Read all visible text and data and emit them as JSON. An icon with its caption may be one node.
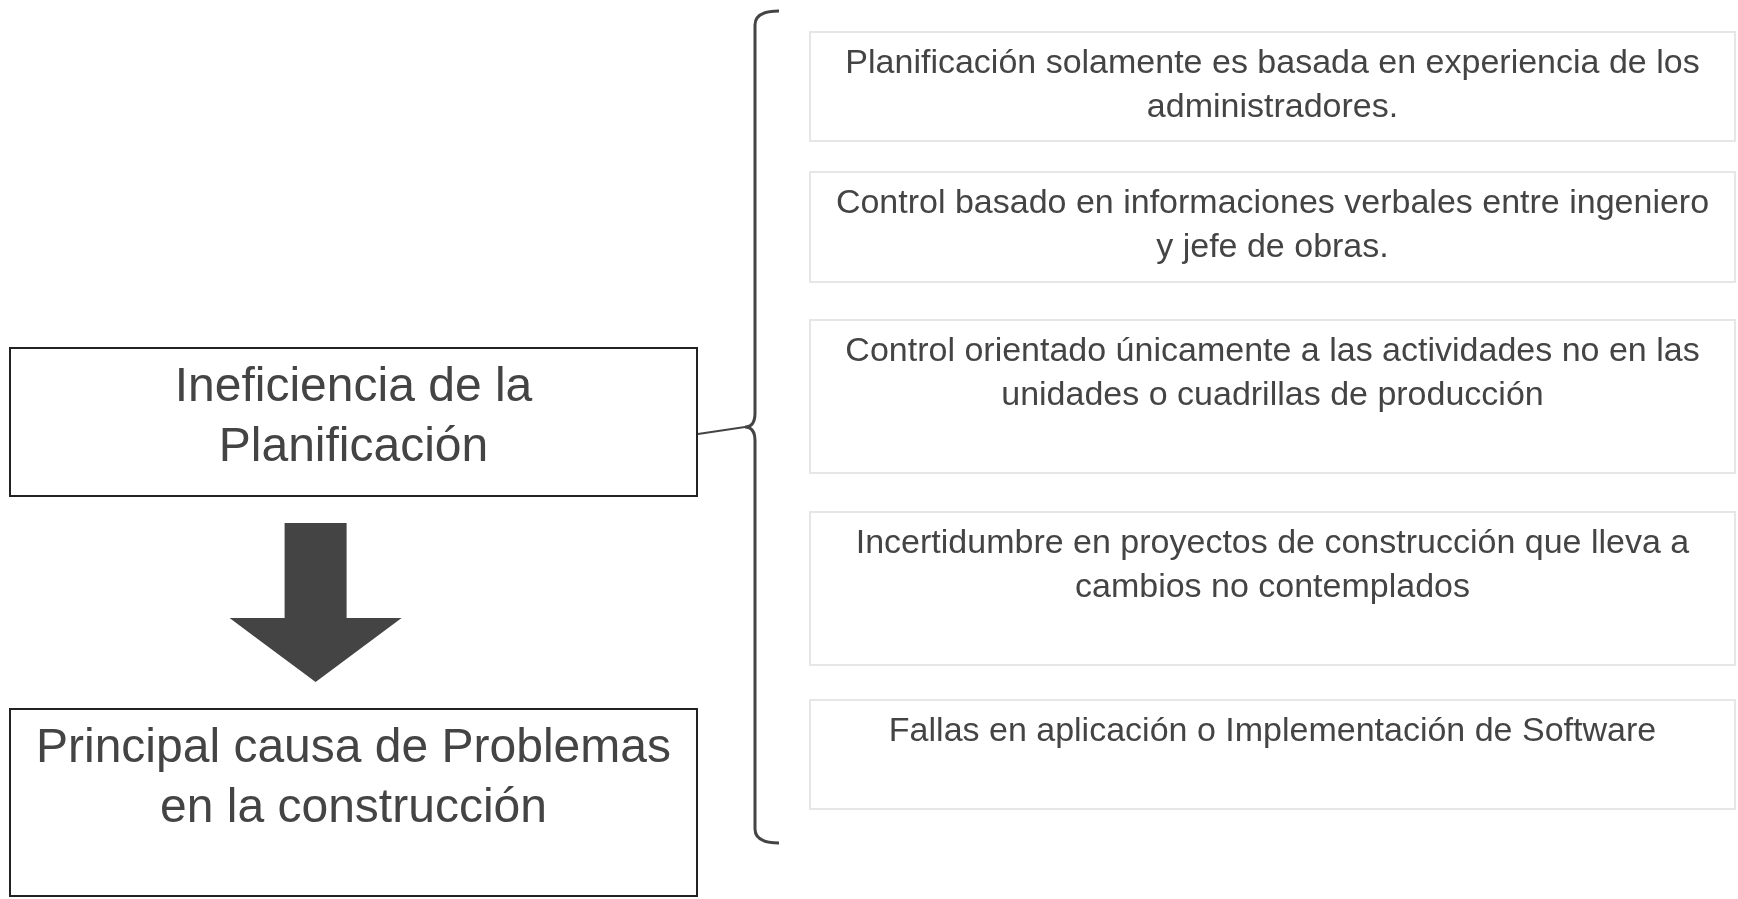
{
  "diagram": {
    "nodes": [
      {
        "text": [
          "Ineficiencia de la Planificación"
        ]
      },
      {
        "text": [
          "Principal causa de Problemas en la construcción"
        ]
      },
      {
        "text": [],
        "shape": "bracket"
      },
      {
        "text": [
          "Planificación solamente es basada en experiencia de los administradores."
        ]
      },
      {
        "text": [
          "Control basado en informaciones verbales entre ingeniero y jefe de obras."
        ]
      },
      {
        "text": [
          "Control orientado únicamente a las actividades no en las unidades o cuadrillas de producción"
        ]
      },
      {
        "text": [
          "Incertidumbre en proyectos de construcción que lleva a cambios no contemplados"
        ]
      },
      {
        "text": [
          "Fallas en aplicación o Implementación de Software"
        ]
      }
    ],
    "edges": [
      {
        "from": 0,
        "to": 1,
        "arrow": "to",
        "style": "thick"
      },
      {
        "from": 0,
        "to": 2,
        "arrow": "none"
      }
    ]
  }
}
